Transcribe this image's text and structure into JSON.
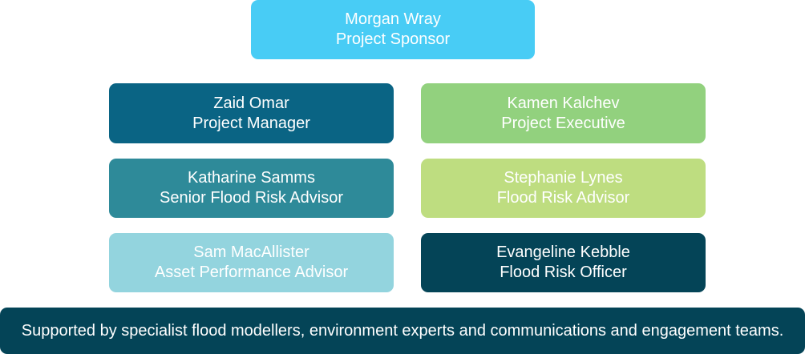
{
  "sponsor": {
    "name": "Morgan Wray",
    "role": "Project Sponsor",
    "color": "#48CCF5"
  },
  "members": [
    {
      "name": "Zaid Omar",
      "role": "Project Manager",
      "color": "#0A6484"
    },
    {
      "name": "Kamen Kalchev",
      "role": "Project Executive",
      "color": "#92D17E"
    },
    {
      "name": "Katharine Samms",
      "role": "Senior Flood Risk Advisor",
      "color": "#2E8A99"
    },
    {
      "name": "Stephanie Lynes",
      "role": "Flood Risk Advisor",
      "color": "#BEDD80"
    },
    {
      "name": "Sam MacAllister",
      "role": "Asset Performance Advisor",
      "color": "#93D4DE"
    },
    {
      "name": "Evangeline Kebble",
      "role": "Flood Risk Officer",
      "color": "#044457"
    }
  ],
  "footer": {
    "text": "Supported by specialist flood modellers, environment experts and communications and engagement teams.",
    "color": "#044457"
  }
}
